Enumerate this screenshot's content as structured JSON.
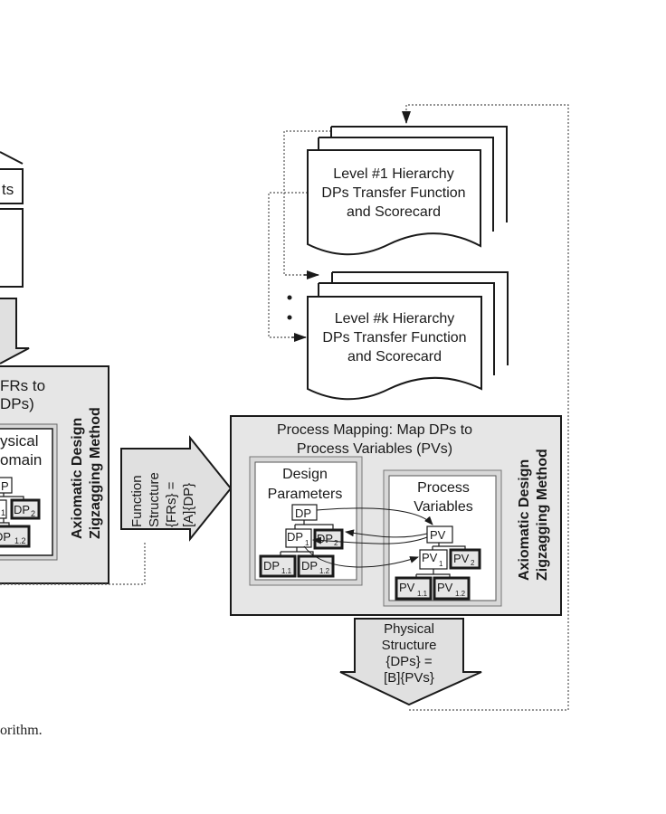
{
  "left_panel": {
    "top_box_text": "ts",
    "mapping_title_line1": "FRs to",
    "mapping_title_line2": "DPs)",
    "domain_line1": "ysical",
    "domain_line2": "omain",
    "side_label_line1": "Axiomatic Design",
    "side_label_line2": "Zigzagging Method",
    "nodes": {
      "root": "P",
      "n1_sub": "1",
      "n2": "DP",
      "n2_sub": "2",
      "n12": "DP",
      "n12_sub": "1.2"
    }
  },
  "function_arrow": {
    "lines": [
      "Function",
      "Structure",
      "{FRs} =",
      "[A]{DP}"
    ]
  },
  "documents": [
    {
      "lines": [
        "Level #1 Hierarchy",
        "DPs Transfer Function",
        "and Scorecard"
      ]
    },
    {
      "lines": [
        "Level #k Hierarchy",
        "DPs Transfer Function",
        "and Scorecard"
      ]
    }
  ],
  "process_mapping": {
    "title_line1": "Process Mapping: Map DPs to",
    "title_line2": "Process Variables (PVs)",
    "side_label_line1": "Axiomatic Design",
    "side_label_line2": "Zigzagging Method",
    "dp_panel": {
      "title_line1": "Design",
      "title_line2": "Parameters",
      "nodes": [
        {
          "id": "dp",
          "label": "DP",
          "sub": ""
        },
        {
          "id": "dp1",
          "label": "DP",
          "sub": "1"
        },
        {
          "id": "dp2",
          "label": "DP",
          "sub": "2"
        },
        {
          "id": "dp11",
          "label": "DP",
          "sub": "1.1"
        },
        {
          "id": "dp12",
          "label": "DP",
          "sub": "1.2"
        }
      ]
    },
    "pv_panel": {
      "title_line1": "Process",
      "title_line2": "Variables",
      "nodes": [
        {
          "id": "pv",
          "label": "PV",
          "sub": ""
        },
        {
          "id": "pv1",
          "label": "PV",
          "sub": "1"
        },
        {
          "id": "pv2",
          "label": "PV",
          "sub": "2"
        },
        {
          "id": "pv11",
          "label": "PV",
          "sub": "1.1"
        },
        {
          "id": "pv12",
          "label": "PV",
          "sub": "1.2"
        }
      ]
    }
  },
  "physical_arrow": {
    "lines": [
      "Physical",
      "Structure",
      "{DPs} =",
      "[B]{PVs}"
    ]
  },
  "caption": "orithm.",
  "colors": {
    "panel_fill": "#e6e6e6",
    "arrow_fill": "#e0e0e0",
    "stroke": "#1a1a1a",
    "dotted": "#555555"
  }
}
